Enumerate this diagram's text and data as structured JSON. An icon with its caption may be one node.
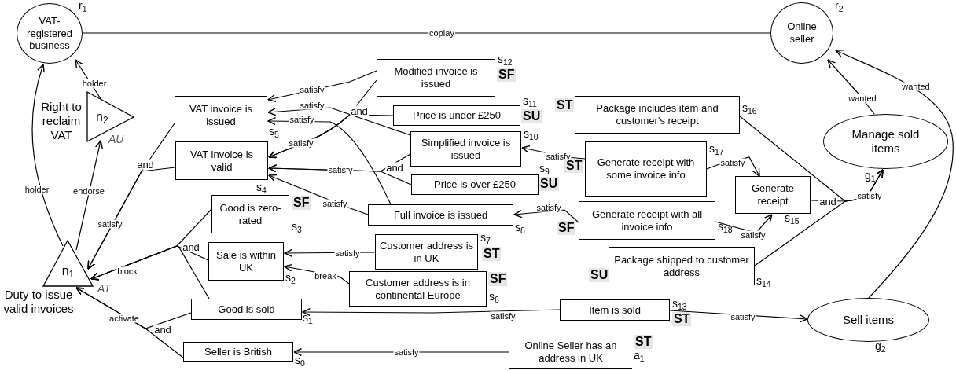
{
  "diagram": {
    "nodes": [
      {
        "text": [
          "VAT-registered business"
        ],
        "beside": [
          "r$_{1}$"
        ]
      },
      {
        "text": [
          "Online seller"
        ],
        "beside": [
          "r$_{2}$"
        ]
      },
      {
        "text": [
          "n$_{2}$"
        ],
        "beside": [
          "Right to reclaim VAT",
          "AU"
        ]
      },
      {
        "text": [
          "n$_{1}$"
        ],
        "beside": [
          "Duty to issue valid invoices",
          "AT"
        ]
      },
      {
        "text": [
          "VAT invoice is issued"
        ],
        "beside": [
          "s$_{5}$"
        ]
      },
      {
        "text": [
          "VAT invoice is valid"
        ],
        "beside": [
          "s$_{4}$"
        ]
      },
      {
        "text": [
          "Good is zero-rated"
        ],
        "beside": [
          "SF",
          "s$_{3}$"
        ]
      },
      {
        "text": [
          "Sale is within UK"
        ],
        "beside": [
          "s$_{2}$"
        ]
      },
      {
        "text": [
          "Good is sold"
        ],
        "beside": [
          "s$_{1}$"
        ]
      },
      {
        "text": [
          "Seller is British"
        ],
        "beside": [
          "s$_{0}$"
        ]
      },
      {
        "text": [
          "Modified invoice is issued"
        ],
        "beside": [
          "s$_{12}$",
          "SF"
        ]
      },
      {
        "text": [
          "Price is under £250"
        ],
        "beside": [
          "s$_{11}$",
          "SU"
        ]
      },
      {
        "text": [
          "Simplified invoice is issued"
        ],
        "beside": [
          "s$_{10}$"
        ]
      },
      {
        "text": [
          "Price is over £250"
        ],
        "beside": [
          "s$_{9}$",
          "SU"
        ]
      },
      {
        "text": [
          "Full invoice is issued"
        ],
        "beside": [
          "s$_{8}$"
        ]
      },
      {
        "text": [
          "Customer address is in UK"
        ],
        "beside": [
          "s$_{7}$",
          "ST"
        ]
      },
      {
        "text": [
          "Customer address is in continental Europe"
        ],
        "beside": [
          "SF",
          "s$_{6}$"
        ]
      },
      {
        "text": [
          "Package includes item and customer's receipt"
        ],
        "beside": [
          "ST",
          "s$_{16}$"
        ]
      },
      {
        "text": [
          "Generate receipt with some invoice info"
        ],
        "beside": [
          "s$_{17}$",
          "ST"
        ]
      },
      {
        "text": [
          "Generate receipt"
        ],
        "beside": [
          "s$_{15}$"
        ]
      },
      {
        "text": [
          "Generate receipt with all invoice info"
        ],
        "beside": [
          "SF",
          "s$_{18}$"
        ]
      },
      {
        "text": [
          "Package shipped to customer address"
        ],
        "beside": [
          "SU",
          "s$_{14}$"
        ]
      },
      {
        "text": [
          "Item is sold"
        ],
        "beside": [
          "s$_{13}$",
          "ST"
        ]
      },
      {
        "text": [
          "Online Seller has an address in UK"
        ],
        "beside": [
          "ST",
          "a$_{1}$"
        ]
      },
      {
        "text": [
          "Manage sold items"
        ],
        "beside": [
          "g$_{1}$"
        ]
      },
      {
        "text": [
          "Sell items"
        ],
        "beside": [
          "g$_{2}$"
        ]
      }
    ],
    "edges": [
      {
        "from": 0,
        "to": 1,
        "arrow": "none",
        "label": "coplay"
      },
      {
        "from": 2,
        "to": 0,
        "arrow": "to",
        "label": "holder"
      },
      {
        "from": 3,
        "to": 0,
        "arrow": "to",
        "label": "holder"
      },
      {
        "from": 3,
        "to": 2,
        "arrow": "to",
        "label": "endorse"
      },
      {
        "from": 4,
        "to": 3,
        "arrow": "to",
        "label": "satisfy"
      },
      {
        "from": 5,
        "to": 3,
        "arrow": "to"
      },
      {
        "from": 6,
        "to": 3,
        "arrow": "to",
        "label": "block"
      },
      {
        "from": 7,
        "to": 3,
        "arrow": "to"
      },
      {
        "from": 8,
        "to": 3,
        "arrow": "to"
      },
      {
        "from": 8,
        "to": 3,
        "arrow": "to",
        "label": "activate"
      },
      {
        "from": 9,
        "to": 3,
        "arrow": "to"
      },
      {
        "from": 10,
        "to": 4,
        "arrow": "to",
        "label": "satisfy"
      },
      {
        "from": 10,
        "to": 5,
        "arrow": "to",
        "label": "satisfy"
      },
      {
        "from": 11,
        "to": 5,
        "arrow": "to"
      },
      {
        "from": 12,
        "to": 4,
        "arrow": "to",
        "label": "satisfy"
      },
      {
        "from": 14,
        "to": 4,
        "arrow": "to",
        "label": "satisfy"
      },
      {
        "from": 12,
        "to": 5,
        "arrow": "to",
        "label": "satisfy"
      },
      {
        "from": 13,
        "to": 5,
        "arrow": "to"
      },
      {
        "from": 14,
        "to": 5,
        "arrow": "to",
        "label": "satisfy"
      },
      {
        "from": 15,
        "to": 7,
        "arrow": "to",
        "label": "satisfy"
      },
      {
        "from": 16,
        "to": 7,
        "arrow": "to",
        "label": "break"
      },
      {
        "from": 22,
        "to": 8,
        "arrow": "to",
        "label": "satisfy"
      },
      {
        "from": 23,
        "to": 9,
        "arrow": "to",
        "label": "satisfy"
      },
      {
        "from": 22,
        "to": 25,
        "arrow": "to",
        "label": "satisfy"
      },
      {
        "from": 18,
        "to": 12,
        "arrow": "to",
        "label": "satisfy"
      },
      {
        "from": 20,
        "to": 14,
        "arrow": "to",
        "label": "satisfy"
      },
      {
        "from": 18,
        "to": 19,
        "arrow": "to",
        "label": "satisfy"
      },
      {
        "from": 20,
        "to": 19,
        "arrow": "to",
        "label": "satisfy"
      },
      {
        "from": 19,
        "to": 24,
        "arrow": "to",
        "label": "satisfy"
      },
      {
        "from": 17,
        "to": 24,
        "arrow": "to"
      },
      {
        "from": 21,
        "to": 24,
        "arrow": "to"
      },
      {
        "from": 24,
        "to": 1,
        "arrow": "to",
        "label": "wanted"
      },
      {
        "from": 25,
        "to": 1,
        "arrow": "to",
        "label": "wanted"
      }
    ],
    "labels": [
      "and",
      "and",
      "and",
      "and",
      "and",
      "and"
    ]
  }
}
